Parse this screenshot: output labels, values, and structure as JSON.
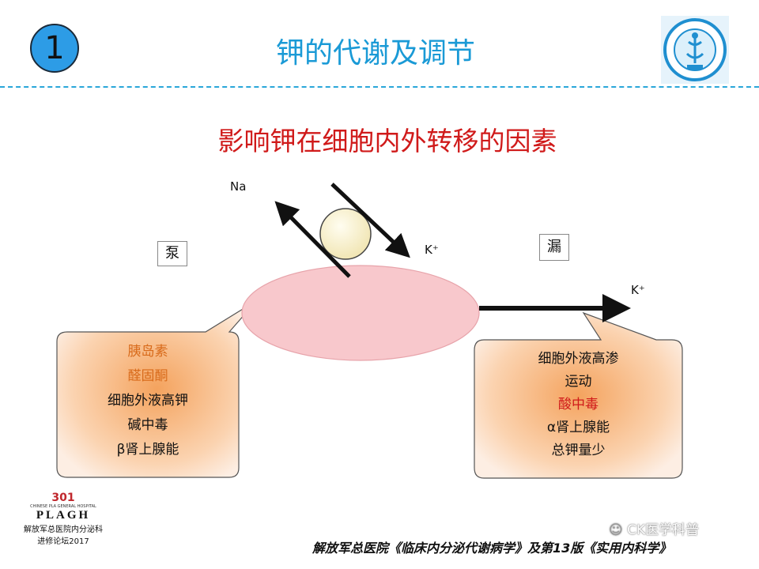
{
  "slide": {
    "number": "1",
    "title": "钾的代谢及调节",
    "subtitle": "影响钾在细胞内外转移的因素"
  },
  "diagram": {
    "na_label": "Na",
    "k_label_top": "K⁺",
    "k_label_right": "K⁺",
    "pump_label": "泵",
    "leak_label": "漏",
    "pump_factors": [
      {
        "text": "胰岛素",
        "color": "#d86a1a"
      },
      {
        "text": "醛固酮",
        "color": "#d86a1a"
      },
      {
        "text": "细胞外液高钾",
        "color": "#111111"
      },
      {
        "text": "碱中毒",
        "color": "#111111"
      },
      {
        "text": "β肾上腺能",
        "color": "#111111"
      }
    ],
    "leak_factors": [
      {
        "text": "细胞外液高渗",
        "color": "#111111"
      },
      {
        "text": "运动",
        "color": "#111111"
      },
      {
        "text": "酸中毒",
        "color": "#d01a1a"
      },
      {
        "text": "α肾上腺能",
        "color": "#111111"
      },
      {
        "text": "总钾量少",
        "color": "#111111"
      }
    ]
  },
  "footer": {
    "org_mark": "301",
    "org_en_small": "CHINESE PLA GENERAL HOSPITAL",
    "org_short": "PLAGH",
    "dept_line1": "解放军总医院内分泌科",
    "dept_line2": "进修论坛2017",
    "citation": "解放军总医院《临床内分泌代谢病学》及第13版《实用内科学》",
    "watermark": "CK医学科普"
  },
  "colors": {
    "accent_blue": "#1a9ad6",
    "subtitle_red": "#d01a1a",
    "cell_pink": "#f8c8cc",
    "callout_orange": "#f6b27a"
  }
}
